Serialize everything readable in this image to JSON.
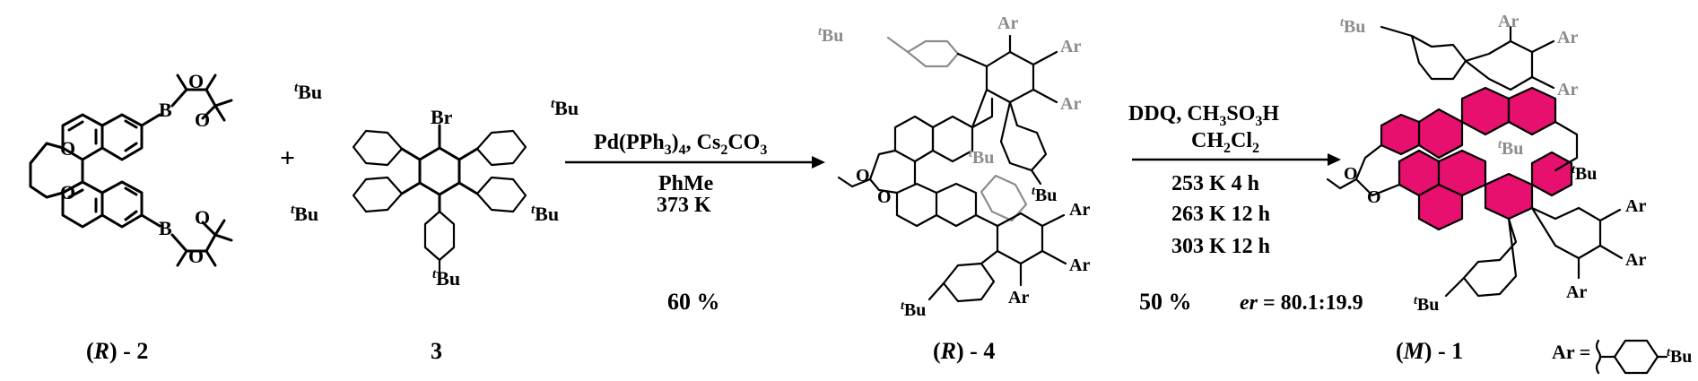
{
  "compounds": {
    "c2": {
      "label_pre": "(",
      "label_ital": "R",
      "label_post": ") - 2"
    },
    "c3": {
      "label": "3"
    },
    "c4": {
      "label_pre": "(",
      "label_ital": "R",
      "label_post": ") - 4"
    },
    "c1": {
      "label_pre": "(",
      "label_ital": "M",
      "label_post": ") - 1"
    }
  },
  "atoms": {
    "B": "B",
    "O": "O",
    "Br": "Br",
    "Ar": "Ar",
    "tBu_sup": "t",
    "tBu_main": "Bu"
  },
  "plus": "+",
  "step1": {
    "reagents_a": "Pd(PPh",
    "reagents_a_sub": "3",
    "reagents_a_mid": ")",
    "reagents_a_sub2": "4",
    "reagents_a_post": ", Cs",
    "reagents_a_sub3": "2",
    "reagents_a_post2": "CO",
    "reagents_a_sub4": "3",
    "solvent": "PhMe",
    "temperature": "373 K",
    "yield": "60 %"
  },
  "step2": {
    "oxidant": "DDQ, CH",
    "oxidant_sub": "3",
    "oxidant_post": "SO",
    "oxidant_sub2": "3",
    "oxidant_post2": "H",
    "solvent": "CH",
    "solvent_sub": "2",
    "solvent_post": "Cl",
    "solvent_sub2": "2",
    "conditions": [
      "253 K 4 h",
      "263 K 12 h",
      "303 K 12 h"
    ],
    "yield": "50 %",
    "er_label": "er",
    "er_value": " = 80.1:19.9"
  },
  "legend": {
    "ar_label": "Ar ="
  },
  "colors": {
    "highlight": "#e8106e",
    "grey": "#8c8c8c"
  }
}
